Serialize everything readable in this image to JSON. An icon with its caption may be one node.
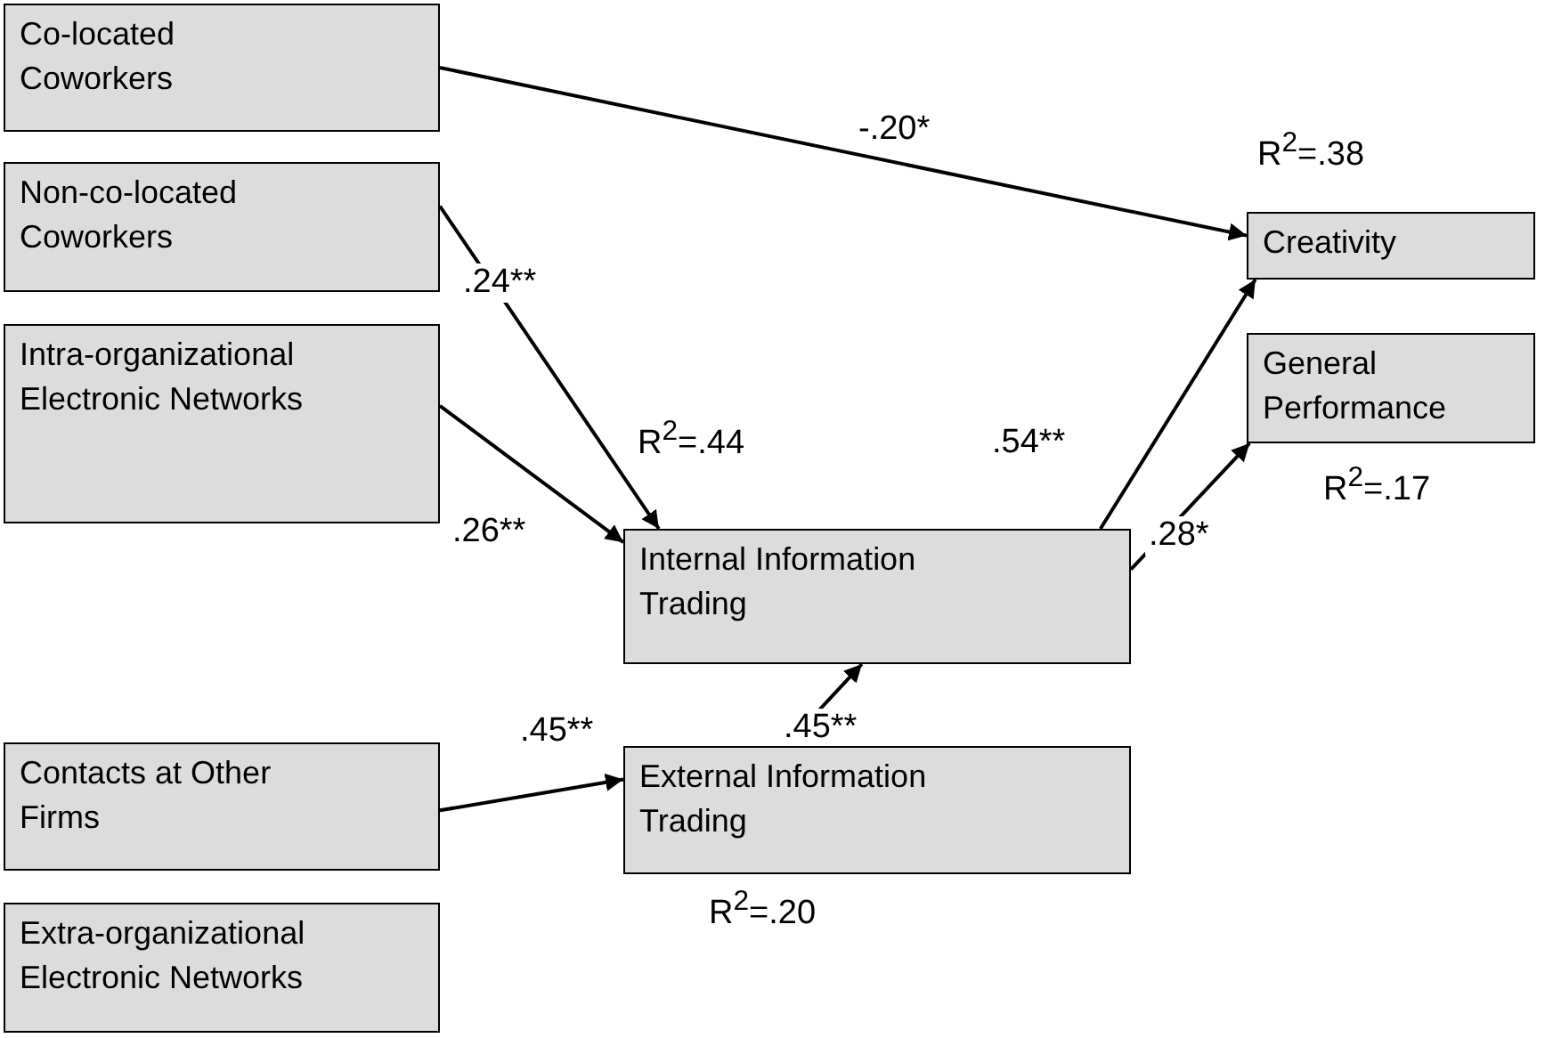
{
  "diagram": {
    "nodes": [
      {
        "text": [
          "Co-located Coworkers"
        ]
      },
      {
        "text": [
          "Non-co-located Coworkers"
        ]
      },
      {
        "text": [
          "Intra-organizational Electronic Networks"
        ]
      },
      {
        "text": [
          "Internal Information Trading"
        ],
        "beside": [
          "R$^{2}$=.44"
        ]
      },
      {
        "text": [
          "Contacts at Other Firms"
        ]
      },
      {
        "text": [
          "External Information Trading"
        ],
        "beside": [
          "R$^{2}$=.20"
        ]
      },
      {
        "text": [
          "Extra-organizational Electronic Networks"
        ]
      },
      {
        "text": [
          "Creativity"
        ],
        "beside": [
          "R$^{2}$=.38"
        ]
      },
      {
        "text": [
          "General Performance"
        ],
        "beside": [
          "R$^{2}$=.17"
        ]
      }
    ],
    "edges": [
      {
        "from": 0,
        "to": 7,
        "arrow": "to",
        "label": "-.20*"
      },
      {
        "from": 1,
        "to": 3,
        "arrow": "to",
        "label": ".24**"
      },
      {
        "from": 2,
        "to": 3,
        "arrow": "to",
        "label": ".26**"
      },
      {
        "from": 4,
        "to": 5,
        "arrow": "to",
        "label": ".45**"
      },
      {
        "from": 5,
        "to": 3,
        "arrow": "to",
        "label": ".45**"
      },
      {
        "from": 3,
        "to": 7,
        "arrow": "to",
        "label": ".54**"
      },
      {
        "from": 3,
        "to": 8,
        "arrow": "to",
        "label": ".28*"
      }
    ]
  }
}
